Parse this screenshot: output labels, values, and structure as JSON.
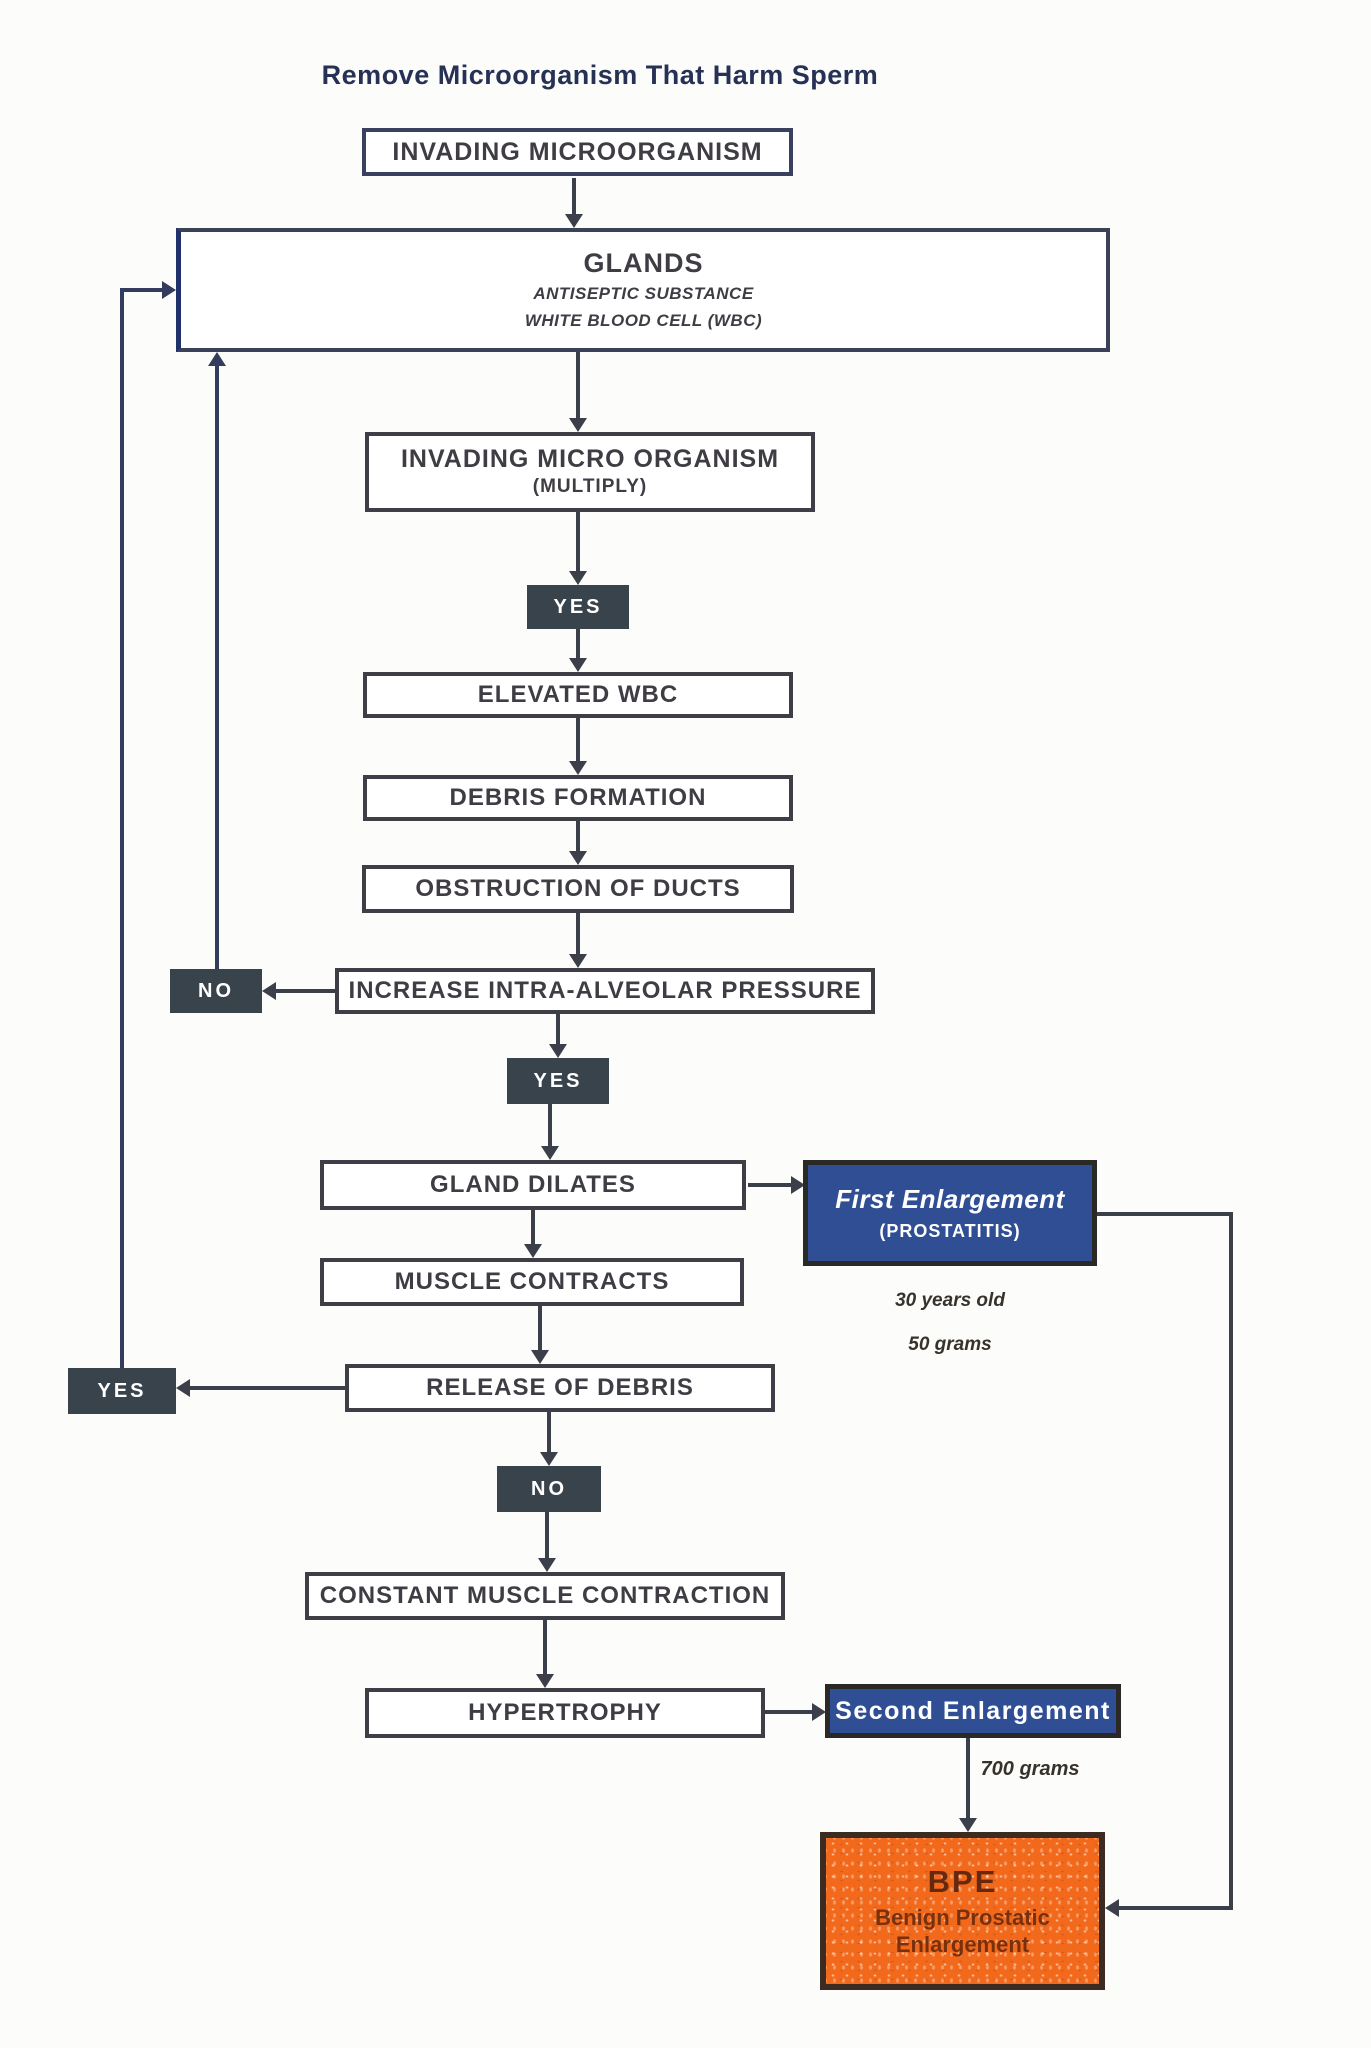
{
  "title": "Remove Microorganism That Harm Sperm",
  "nodes": {
    "invading_microorganism": {
      "label": "INVADING MICROORGANISM"
    },
    "glands": {
      "label": "GLANDS",
      "sub1": "ANTISEPTIC SUBSTANCE",
      "sub2": "WHITE BLOOD CELL (WBC)"
    },
    "invading_multiply": {
      "label": "INVADING MICRO ORGANISM",
      "sub": "(MULTIPLY)"
    },
    "yes_multiply": {
      "label": "YES"
    },
    "elevated_wbc": {
      "label": "ELEVATED WBC"
    },
    "debris_formation": {
      "label": "DEBRIS FORMATION"
    },
    "obstruction_of_ducts": {
      "label": "OBSTRUCTION OF DUCTS"
    },
    "increase_pressure": {
      "label": "INCREASE INTRA-ALVEOLAR PRESSURE"
    },
    "no_pressure": {
      "label": "NO"
    },
    "yes_pressure": {
      "label": "YES"
    },
    "gland_dilates": {
      "label": "GLAND DILATES"
    },
    "first_enlargement": {
      "label": "First Enlargement",
      "sub": "(PROSTATITIS)",
      "note1": "30 years old",
      "note2": "50 grams"
    },
    "muscle_contracts": {
      "label": "MUSCLE CONTRACTS"
    },
    "release_of_debris": {
      "label": "RELEASE OF DEBRIS"
    },
    "yes_release": {
      "label": "YES"
    },
    "no_release": {
      "label": "NO"
    },
    "constant_contraction": {
      "label": "CONSTANT MUSCLE CONTRACTION"
    },
    "hypertrophy": {
      "label": "HYPERTROPHY"
    },
    "second_enlargement": {
      "label": "Second Enlargement",
      "note": "700 grams"
    },
    "bpe": {
      "label": "BPE",
      "sub1": "Benign Prostatic",
      "sub2": "Enlargement"
    }
  },
  "colors": {
    "paper": "#fcfcfa",
    "ink": "#3f3c44",
    "navy": "#273155",
    "line": "#3a3f49",
    "riser": "#343c5e",
    "badge_dark": "#39434c",
    "accent_blue": "#2f4e94",
    "accent_orange": "#f2691c",
    "bpe_text": "#652910"
  }
}
